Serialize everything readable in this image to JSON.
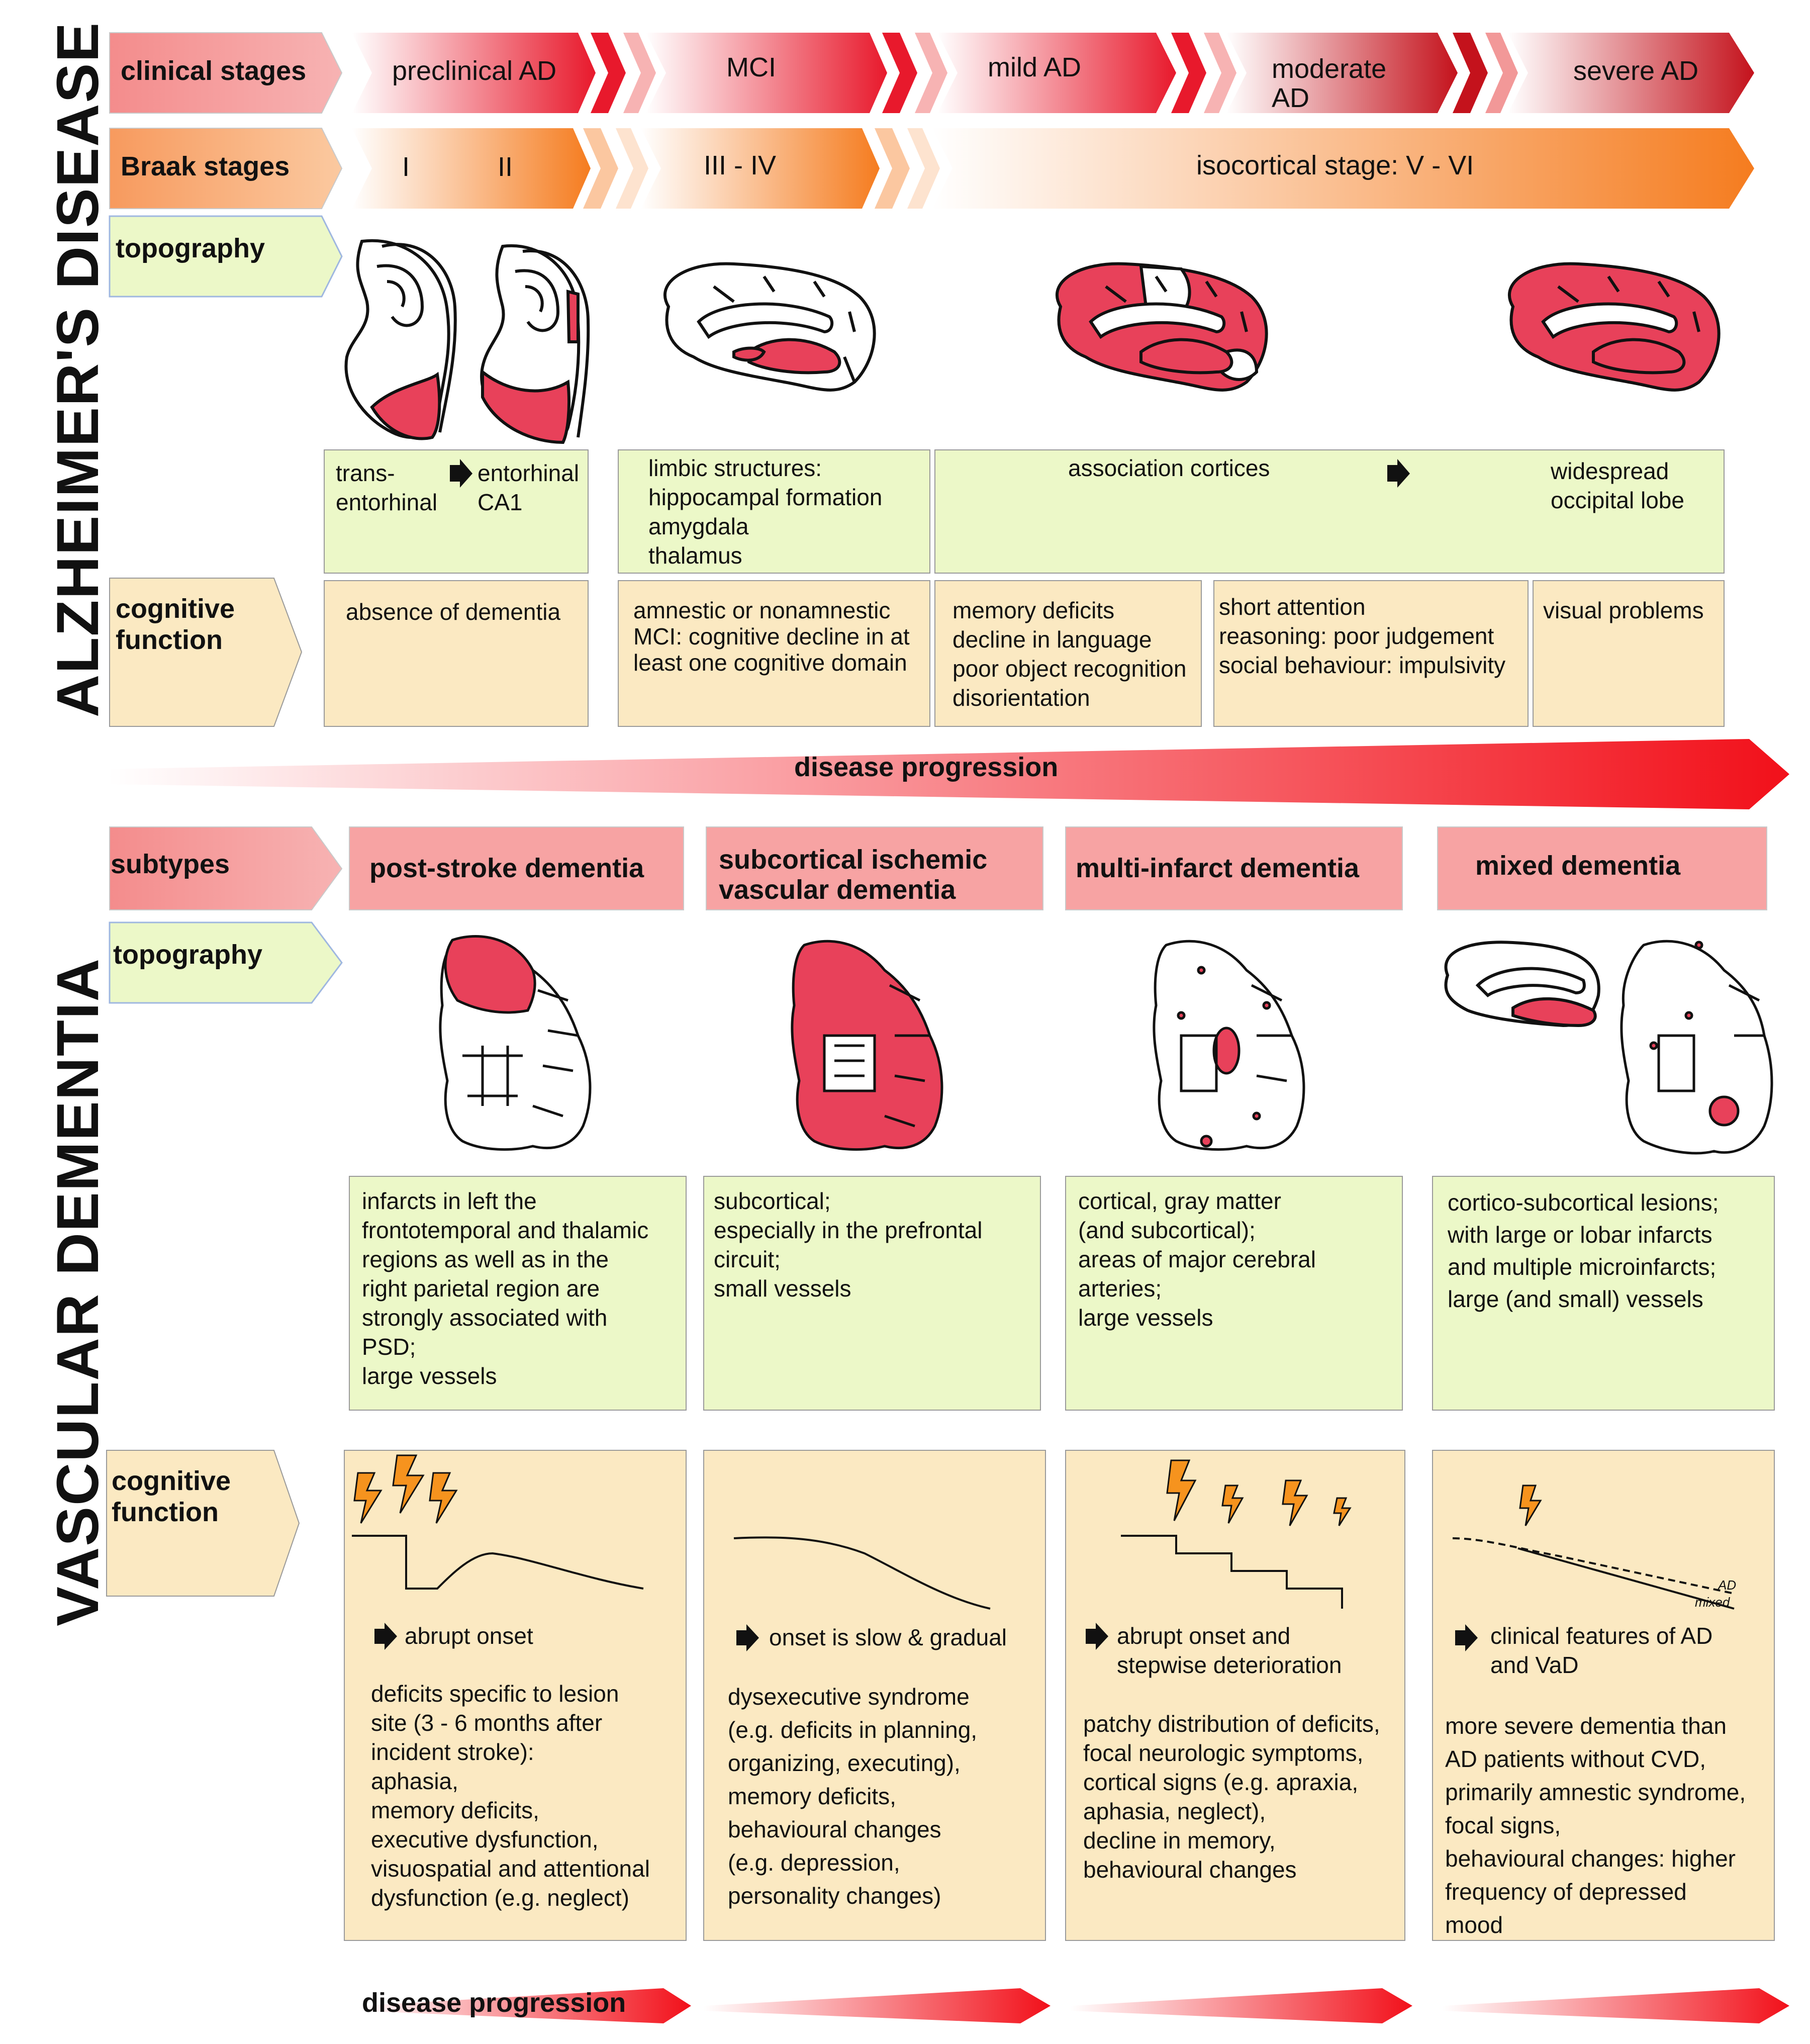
{
  "alzheimers": {
    "side_title": "ALZHEIMER'S DISEASE",
    "clinical_label": "clinical stages",
    "clinical_stages": [
      "preclinical AD",
      "MCI",
      "mild AD",
      "moderate\nAD",
      "severe AD"
    ],
    "braak_label": "Braak stages",
    "braak_stages": [
      "I",
      "II",
      "III - IV",
      "isocortical stage: V - VI"
    ],
    "topography_label": "topography",
    "topo_text": {
      "col1_left": "trans-\nentorhinal",
      "col1_right": "entorhinal\nCA1",
      "col2": "limbic structures:\nhippocampal formation\namygdala\nthalamus",
      "col3_left": "association cortices",
      "col3_right": "widespread\noccipital lobe"
    },
    "cognitive_label": "cognitive\nfunction",
    "cognitive": [
      "absence of dementia",
      "amnestic or nonamnestic\nMCI: cognitive decline in at\nleast one cognitive domain",
      "memory deficits\ndecline in language\npoor object recognition\ndisorientation",
      "short attention\nreasoning: poor judgement\nsocial behaviour: impulsivity",
      "visual problems"
    ],
    "progression_label": "disease progression"
  },
  "vascular": {
    "side_title": "VASCULAR DEMENTIA",
    "subtypes_label": "subtypes",
    "subtypes": [
      "post-stroke dementia",
      "subcortical ischemic\nvascular dementia",
      "multi-infarct dementia",
      "mixed dementia"
    ],
    "topography_label": "topography",
    "topography": [
      "infarcts in left the\nfrontotemporal and thalamic\nregions as well as in the\nright parietal region are\nstrongly associated with\nPSD;\nlarge vessels",
      "subcortical;\nespecially in the prefrontal\ncircuit;\nsmall vessels",
      "cortical, gray matter\n(and subcortical);\nareas of major cerebral\narteries;\nlarge vessels",
      "cortico-subcortical lesions;\nwith large or lobar infarcts\nand multiple microinfarcts;\nlarge (and small) vessels"
    ],
    "cognitive_label": "cognitive\nfunction",
    "onsets": [
      "abrupt onset",
      "onset is slow & gradual",
      "abrupt onset and\nstepwise deterioration",
      "clinical features of AD\nand VaD"
    ],
    "deficits": [
      "deficits specific to lesion\nsite (3 - 6 months after\nincident stroke):\naphasia,\nmemory deficits,\nexecutive dysfunction,\nvisuospatial and attentional\ndysfunction (e.g. neglect)",
      "dysexecutive syndrome\n(e.g. deficits in planning,\norganizing, executing),\nmemory deficits,\nbehavioural changes\n(e.g. depression,\npersonality changes)",
      "patchy distribution of deficits,\nfocal neurologic symptoms,\ncortical signs (e.g. apraxia,\naphasia, neglect),\ndecline in memory,\nbehavioural changes",
      "more severe dementia than\nAD patients without CVD,\nprimarily amnestic syndrome,\nfocal signs,\nbehavioural changes: higher\nfrequency of depressed\nmood"
    ],
    "mixed_curve_labels": [
      "AD",
      "mixed"
    ],
    "progression_label": "disease progression"
  },
  "colors": {
    "red": "#e8192c",
    "pink": "#f7a3a3",
    "orange": "#f57c1f",
    "green_fill": "#ecf8c8",
    "tan_fill": "#fbe9c2",
    "lesion": "#e8415a"
  }
}
